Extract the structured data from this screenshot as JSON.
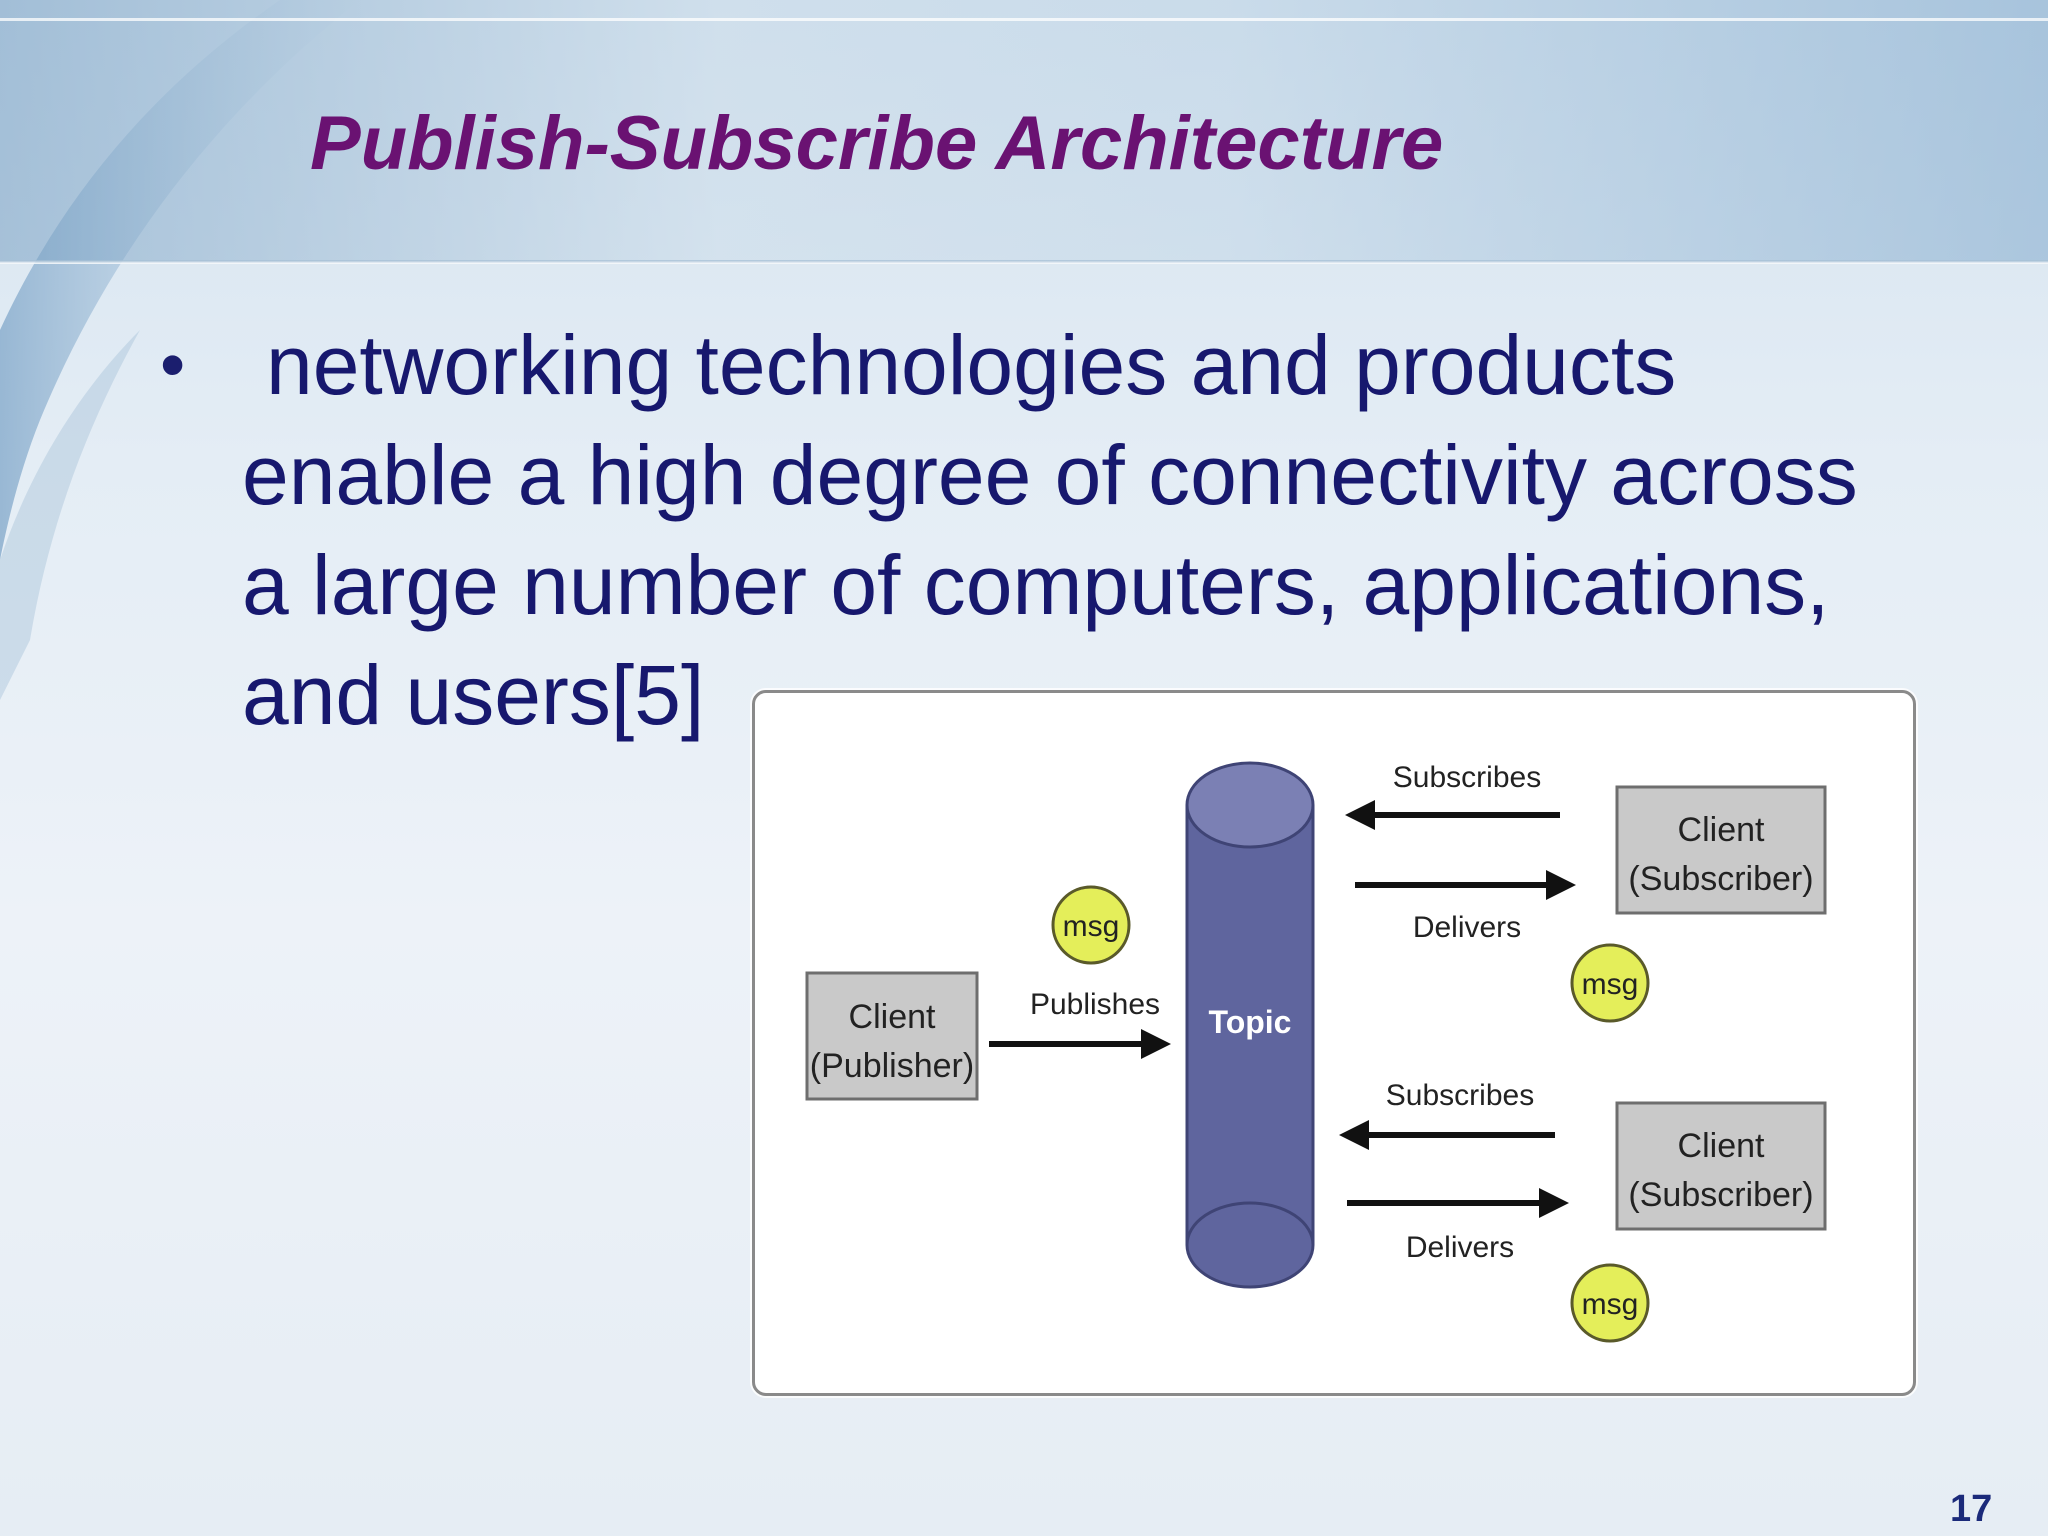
{
  "slide": {
    "title": "Publish-Subscribe Architecture",
    "bullet_lines": [
      "networking technologies and products",
      "enable a high degree of connectivity across",
      "a large number of computers, applications,",
      "and users[5]"
    ],
    "page_number": "17"
  },
  "diagram": {
    "publisher_line1": "Client",
    "publisher_line2": "(Publisher)",
    "publishes_label": "Publishes",
    "topic_label": "Topic",
    "msg_label": "msg",
    "subscribes_label": "Subscribes",
    "delivers_label": "Delivers",
    "subscriber_line1": "Client",
    "subscriber_line2": "(Subscriber)"
  },
  "colors": {
    "title": "#6a1272",
    "body_text": "#17186e",
    "topic_cylinder": "#5f659e",
    "msg_circle": "#e4ee5a",
    "client_box": "#c9c9c9"
  }
}
